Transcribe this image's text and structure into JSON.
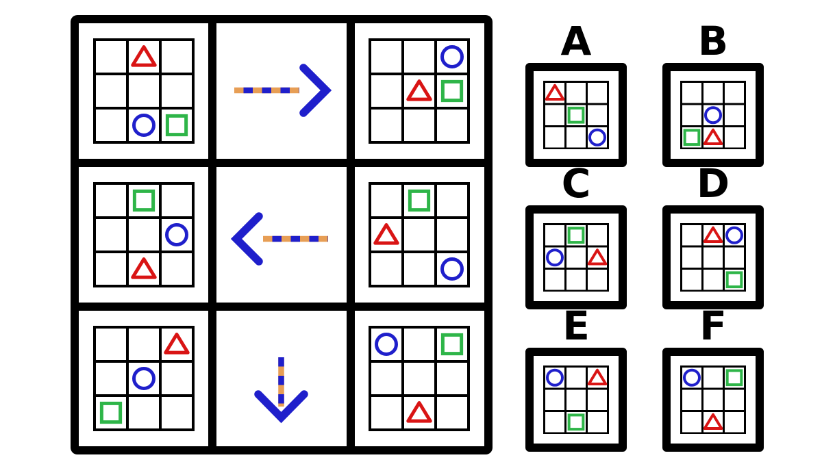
{
  "colors": {
    "blue": "#1f1fcb",
    "red": "#d91414",
    "green": "#2eb548",
    "orange": "#e79e55",
    "grid_line": "#000000"
  },
  "shape_colors": {
    "triangle": "red",
    "circle": "blue",
    "square": "green"
  },
  "matrix": {
    "grid_size": 3,
    "cells": [
      {
        "row": 1,
        "col": 1,
        "type": "mini-grid",
        "shapes": [
          [
            "triangle",
            0,
            1
          ],
          [
            "circle",
            2,
            1
          ],
          [
            "square",
            2,
            2
          ]
        ]
      },
      {
        "row": 1,
        "col": 2,
        "type": "arrow",
        "direction": "right",
        "first_dash": "orange"
      },
      {
        "row": 1,
        "col": 3,
        "type": "mini-grid",
        "shapes": [
          [
            "circle",
            0,
            2
          ],
          [
            "triangle",
            1,
            1
          ],
          [
            "square",
            1,
            2
          ]
        ]
      },
      {
        "row": 2,
        "col": 1,
        "type": "mini-grid",
        "shapes": [
          [
            "square",
            0,
            1
          ],
          [
            "circle",
            1,
            2
          ],
          [
            "triangle",
            2,
            1
          ]
        ]
      },
      {
        "row": 2,
        "col": 2,
        "type": "arrow",
        "direction": "left",
        "first_dash": "orange"
      },
      {
        "row": 2,
        "col": 3,
        "type": "mini-grid",
        "shapes": [
          [
            "square",
            0,
            1
          ],
          [
            "triangle",
            1,
            0
          ],
          [
            "circle",
            2,
            2
          ]
        ]
      },
      {
        "row": 3,
        "col": 1,
        "type": "mini-grid",
        "shapes": [
          [
            "triangle",
            0,
            2
          ],
          [
            "circle",
            1,
            1
          ],
          [
            "square",
            2,
            0
          ]
        ]
      },
      {
        "row": 3,
        "col": 2,
        "type": "arrow",
        "direction": "down",
        "first_dash": "blue"
      },
      {
        "row": 3,
        "col": 3,
        "type": "mini-grid",
        "shapes": [
          [
            "circle",
            0,
            0
          ],
          [
            "square",
            0,
            2
          ],
          [
            "triangle",
            2,
            1
          ]
        ]
      }
    ]
  },
  "options": [
    {
      "label": "A",
      "shapes": [
        [
          "triangle",
          0,
          0
        ],
        [
          "square",
          1,
          1
        ],
        [
          "circle",
          2,
          2
        ]
      ]
    },
    {
      "label": "B",
      "shapes": [
        [
          "circle",
          1,
          1
        ],
        [
          "square",
          2,
          0
        ],
        [
          "triangle",
          2,
          1
        ]
      ]
    },
    {
      "label": "C",
      "shapes": [
        [
          "square",
          0,
          1
        ],
        [
          "circle",
          1,
          0
        ],
        [
          "triangle",
          1,
          2
        ]
      ]
    },
    {
      "label": "D",
      "shapes": [
        [
          "triangle",
          0,
          1
        ],
        [
          "circle",
          0,
          2
        ],
        [
          "square",
          2,
          2
        ]
      ]
    },
    {
      "label": "E",
      "shapes": [
        [
          "circle",
          0,
          0
        ],
        [
          "triangle",
          0,
          2
        ],
        [
          "square",
          2,
          1
        ]
      ]
    },
    {
      "label": "F",
      "shapes": [
        [
          "circle",
          0,
          0
        ],
        [
          "square",
          0,
          2
        ],
        [
          "triangle",
          2,
          1
        ]
      ]
    }
  ]
}
